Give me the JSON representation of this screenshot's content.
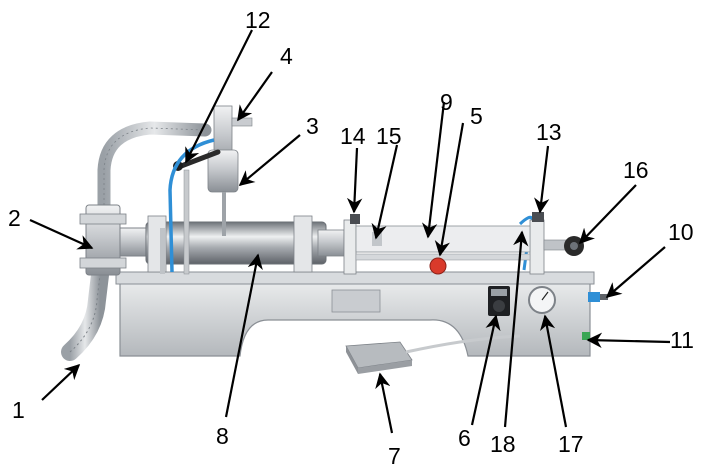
{
  "colors": {
    "background": "#ffffff",
    "steel_light": "#e4e6e8",
    "steel_mid": "#b9bdc2",
    "steel_dark": "#7d8288",
    "tube_blue": "#2f8fd6",
    "accent_red": "#d93a2b",
    "pedal_gray": "#9a9ea3",
    "label_black": "#000000"
  },
  "callouts": [
    {
      "label": "1"
    },
    {
      "label": "2"
    },
    {
      "label": "3"
    },
    {
      "label": "4"
    },
    {
      "label": "5"
    },
    {
      "label": "6"
    },
    {
      "label": "7"
    },
    {
      "label": "8"
    },
    {
      "label": "9"
    },
    {
      "label": "10"
    },
    {
      "label": "11"
    },
    {
      "label": "12"
    },
    {
      "label": "13"
    },
    {
      "label": "14"
    },
    {
      "label": "15"
    },
    {
      "label": "16"
    },
    {
      "label": "17"
    },
    {
      "label": "18"
    }
  ]
}
